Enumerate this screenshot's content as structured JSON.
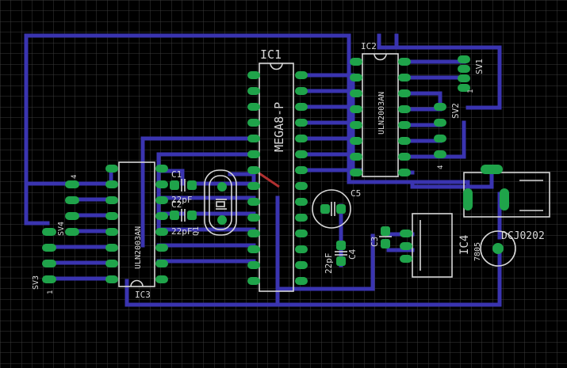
{
  "labels": {
    "ic1": "IC1",
    "ic1_part": "MEGA8-P",
    "ic2": "IC2",
    "ic2_part": "ULN2003AN",
    "ic3": "IC3",
    "ic3_part": "ULN2003AN",
    "ic4": "IC4",
    "ic4_part": "7805",
    "c1": "C1",
    "c1_val": "22pF",
    "c2": "C2",
    "c2_val": "22pF",
    "c3": "C3",
    "c4": "C4",
    "c4_val": "22pF",
    "c5": "C5",
    "q": "Q1",
    "sv1": "SV1",
    "sv2": "SV2",
    "sv3": "SV3",
    "sv4": "SV4",
    "dc": "DCJ0202",
    "pin1": "1",
    "pin4": "4"
  },
  "colors": {
    "background": "#000000",
    "grid": "#3a3a3a",
    "trace": "#3a34b0",
    "pad": "#1fa34a",
    "silkscreen": "#d8d8d8",
    "airwire": "#b03030"
  }
}
